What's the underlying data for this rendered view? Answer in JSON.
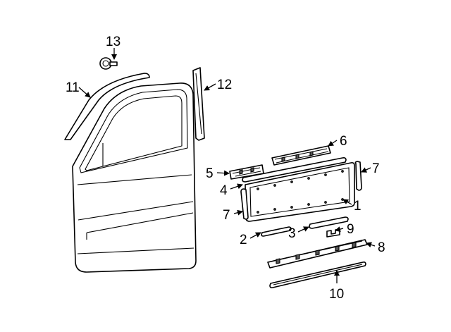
{
  "callouts": {
    "c1": "1",
    "c2": "2",
    "c3": "3",
    "c4": "4",
    "c5": "5",
    "c6": "6",
    "c7a": "7",
    "c7b": "7",
    "c8": "8",
    "c9": "9",
    "c10": "10",
    "c11": "11",
    "c12": "12",
    "c13": "13"
  }
}
